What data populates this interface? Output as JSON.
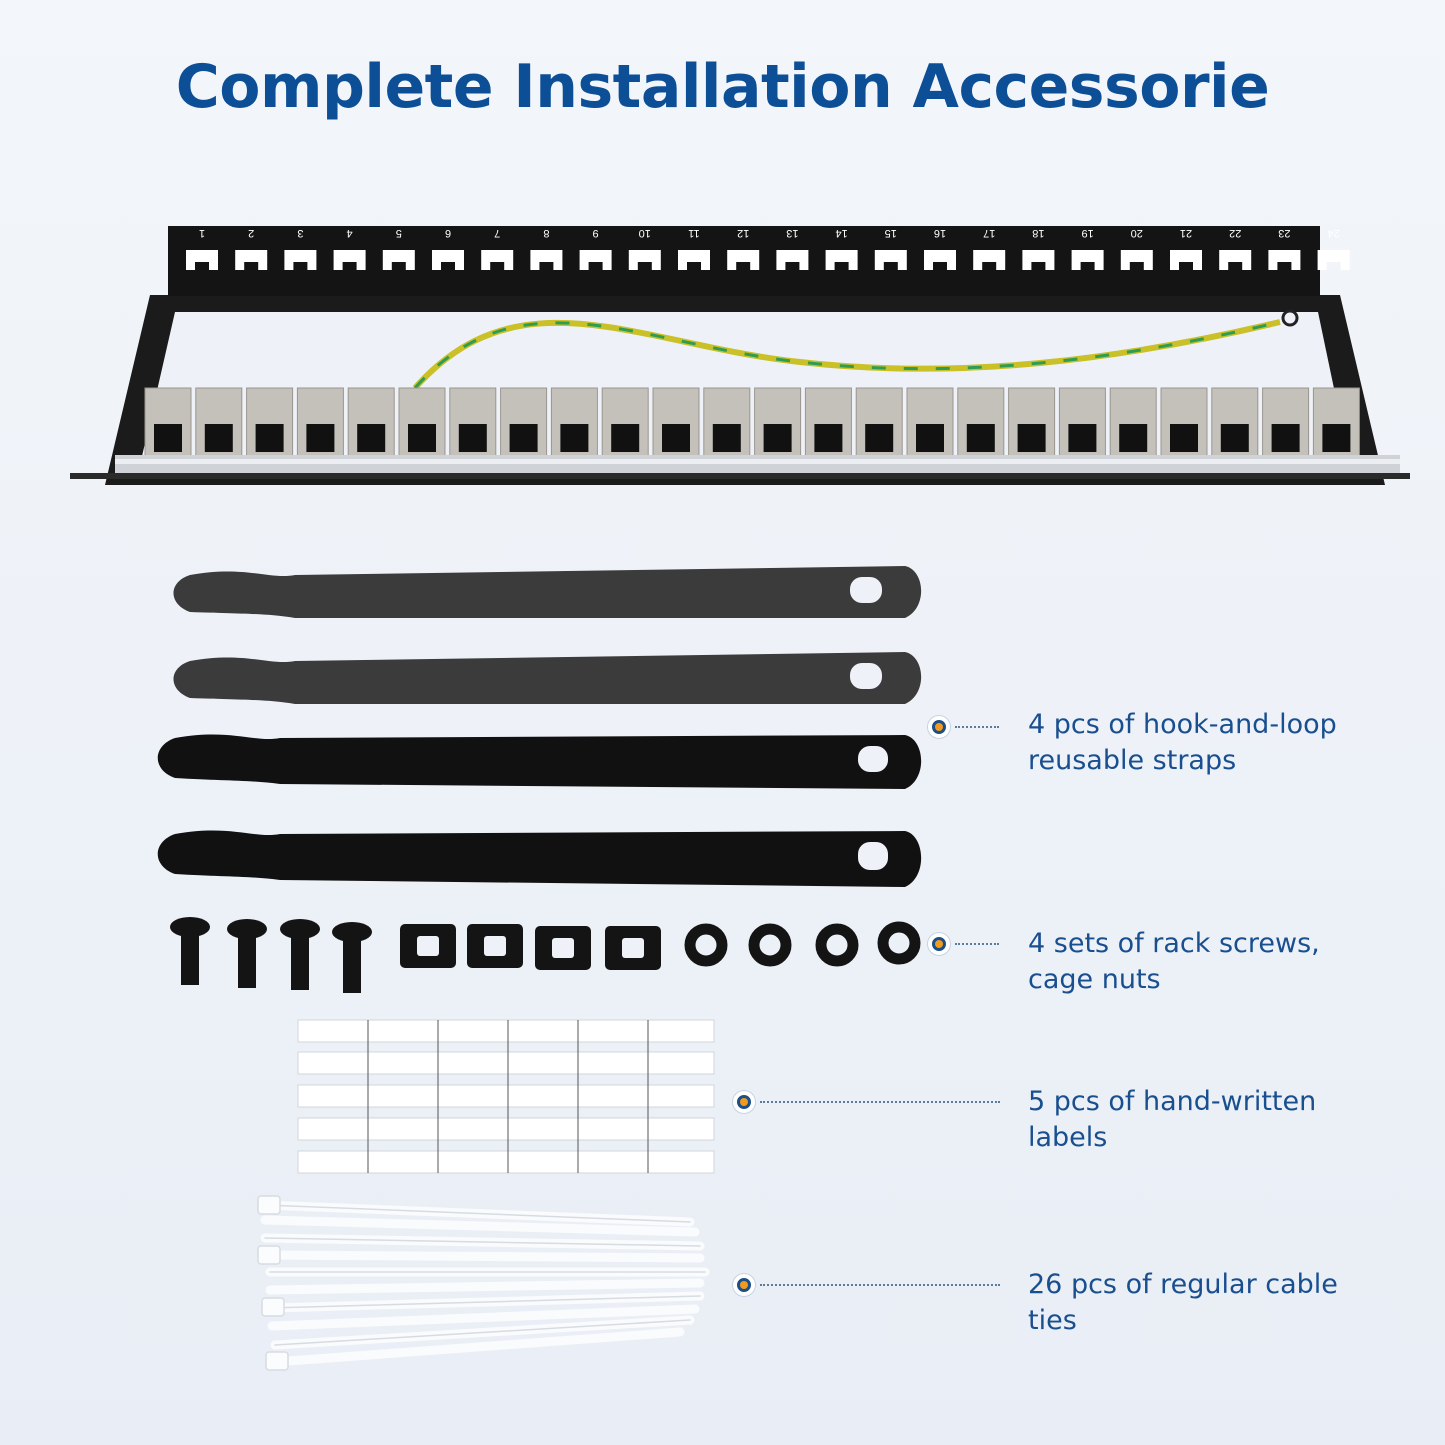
{
  "title": "Complete Installation Accessorie",
  "panel": {
    "port_numbers": [
      "1",
      "2",
      "3",
      "4",
      "5",
      "6",
      "7",
      "8",
      "9",
      "10",
      "11",
      "12",
      "13",
      "14",
      "15",
      "16",
      "17",
      "18",
      "19",
      "20",
      "21",
      "22",
      "23",
      "24"
    ]
  },
  "callouts": [
    {
      "line1": "4 pcs of hook-and-loop",
      "line2": "reusable straps"
    },
    {
      "line1": "4 sets of rack screws,",
      "line2": "cage nuts"
    },
    {
      "line1": "5 pcs of hand-written",
      "line2": "labels"
    },
    {
      "line1": "26 pcs of regular cable",
      "line2": "ties"
    }
  ],
  "colors": {
    "title": "#0d4f96",
    "callout_text": "#1a4f8f",
    "dot_outer": "#1c4f86",
    "dot_inner": "#f29a1f"
  }
}
